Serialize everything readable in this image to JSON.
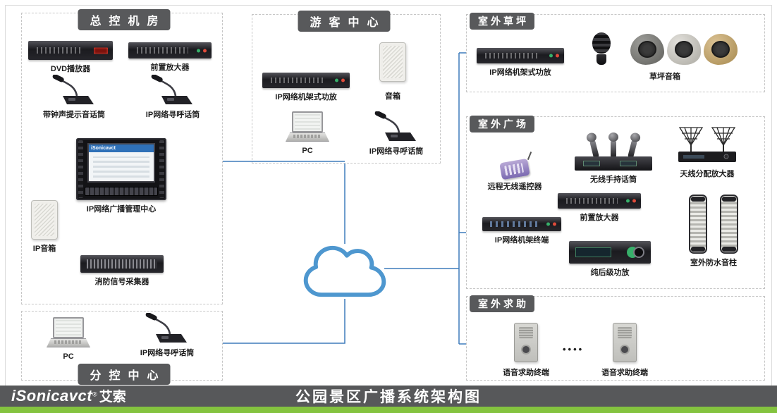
{
  "brand": {
    "name": "iSonicavct",
    "reg": "®",
    "cn": "艾索"
  },
  "footer": {
    "title": "公园景区广播系统架构图"
  },
  "colors": {
    "footer_bar": "#57585a",
    "accent_green": "#84c33f",
    "line_blue": "#3e7cbc",
    "badge_gray": "#58595b"
  },
  "sections": {
    "master": {
      "title": "总控机房",
      "devices": [
        {
          "label": "DVD播放器"
        },
        {
          "label": "前置放大器"
        },
        {
          "label": "带钟声提示音话筒"
        },
        {
          "label": "IP网络寻呼话筒"
        },
        {
          "label": "IP网络广播管理中心"
        },
        {
          "label": "IP音箱"
        },
        {
          "label": "消防信号采集器"
        }
      ]
    },
    "sub_control": {
      "title": "分控中心",
      "devices": [
        {
          "label": "PC"
        },
        {
          "label": "IP网络寻呼话筒"
        }
      ]
    },
    "visitor": {
      "title": "游客中心",
      "devices": [
        {
          "label": "IP网络机架式功放"
        },
        {
          "label": "音箱"
        },
        {
          "label": "PC"
        },
        {
          "label": "IP网络寻呼话筒"
        }
      ]
    },
    "lawn": {
      "title": "室外草坪",
      "devices": [
        {
          "label": "IP网络机架式功放"
        },
        {
          "label": "草坪音箱"
        }
      ]
    },
    "plaza": {
      "title": "室外广场",
      "devices": [
        {
          "label": "远程无线遥控器"
        },
        {
          "label": "无线手持话筒"
        },
        {
          "label": "天线分配放大器"
        },
        {
          "label": "前置放大器"
        },
        {
          "label": "IP网络机架终端"
        },
        {
          "label": "纯后级功放"
        },
        {
          "label": "室外防水音柱"
        }
      ]
    },
    "help": {
      "title": "室外求助",
      "dots": "••••",
      "devices": [
        {
          "label": "语音求助终端"
        },
        {
          "label": "语音求助终端"
        }
      ]
    }
  }
}
